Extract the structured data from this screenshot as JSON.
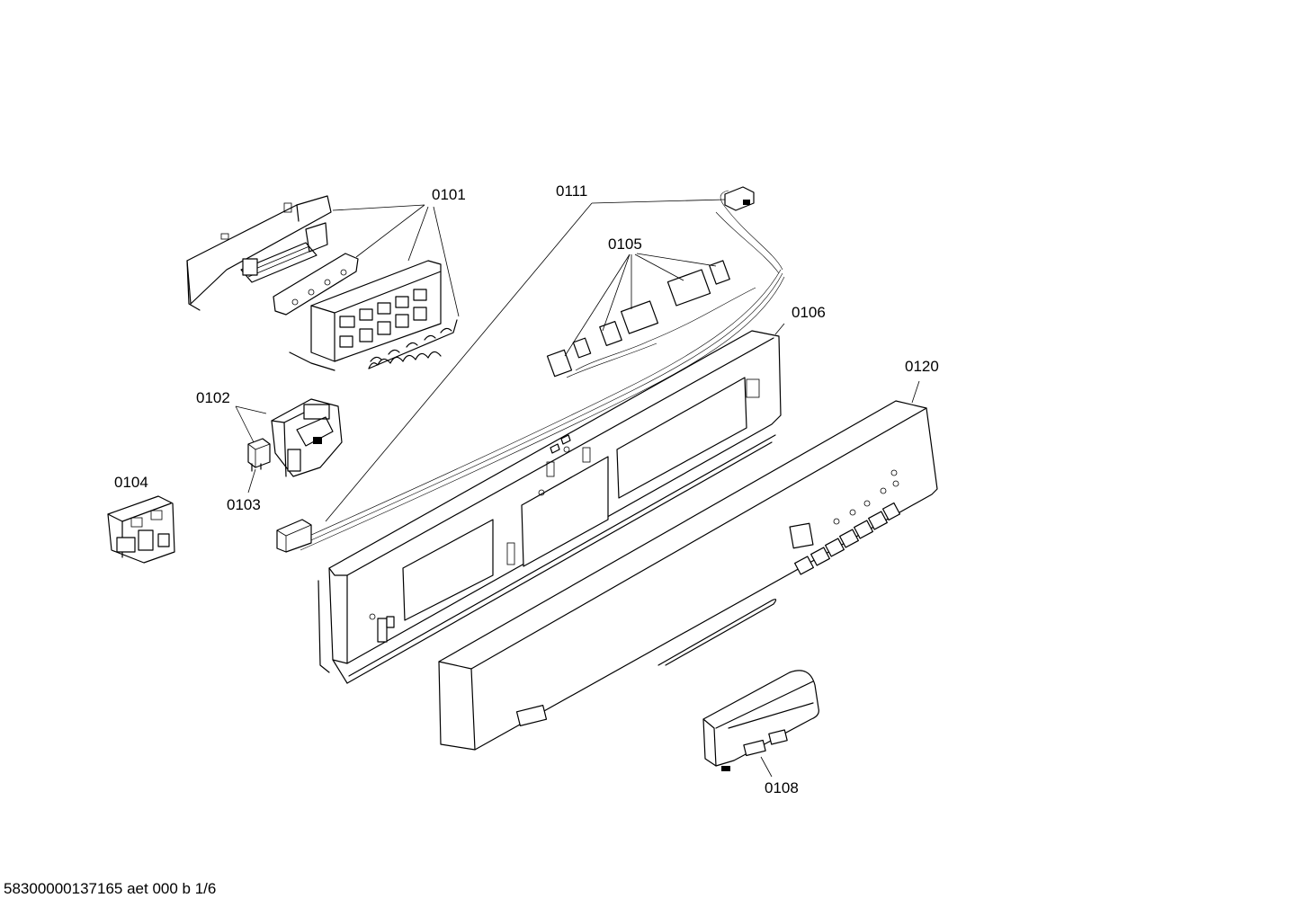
{
  "callouts": {
    "p0101": "0101",
    "p0102": "0102",
    "p0103": "0103",
    "p0104": "0104",
    "p0105": "0105",
    "p0106": "0106",
    "p0108": "0108",
    "p0111": "0111",
    "p0120": "0120"
  },
  "footer": {
    "document_ref": "58300000137165 aet 000 b 1/6"
  }
}
